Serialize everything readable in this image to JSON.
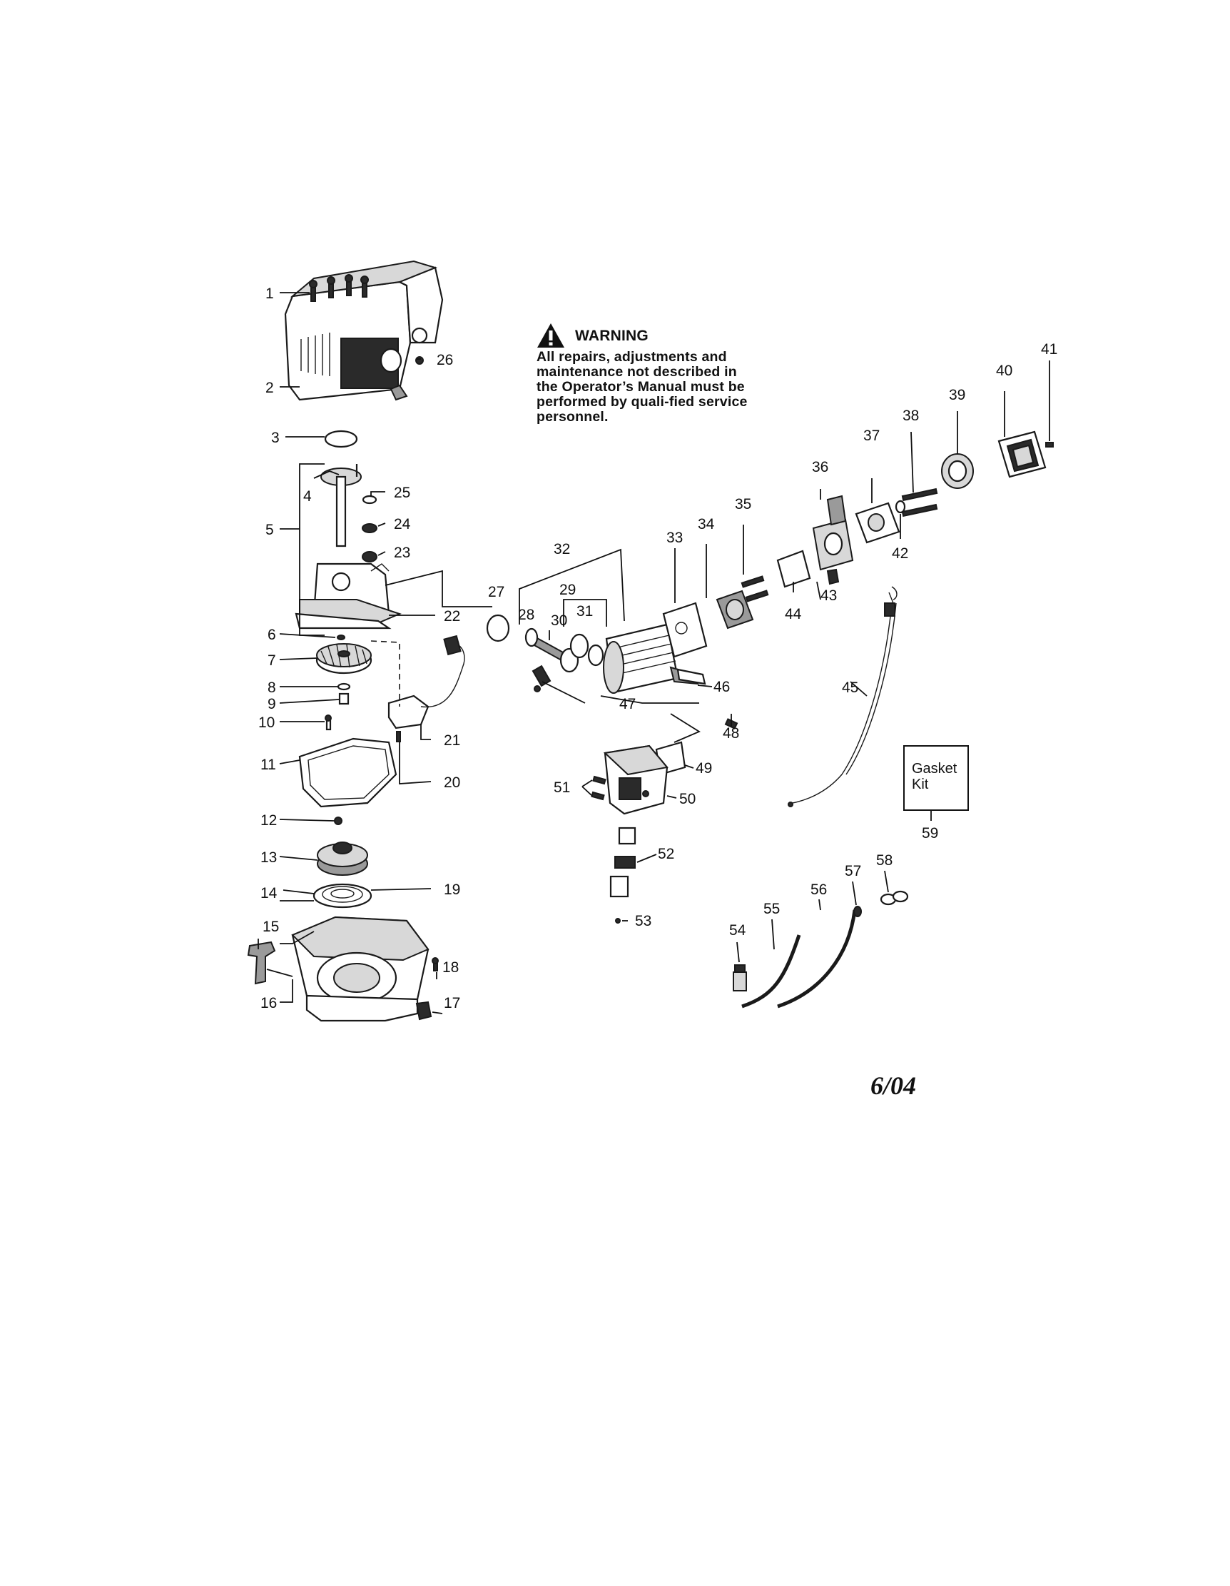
{
  "warning": {
    "title": "WARNING",
    "text": "All repairs, adjustments and maintenance not described in the Operator’s Manual must be performed by quali-fied service personnel.",
    "icon": "warning-triangle-icon"
  },
  "gasket_kit": {
    "label": "Gasket\nKit",
    "number": "59"
  },
  "revision_date": "6/04",
  "callouts": [
    "1",
    "2",
    "3",
    "4",
    "5",
    "6",
    "7",
    "8",
    "9",
    "10",
    "11",
    "12",
    "13",
    "14",
    "15",
    "16",
    "17",
    "18",
    "19",
    "20",
    "21",
    "22",
    "23",
    "24",
    "25",
    "26",
    "27",
    "28",
    "29",
    "30",
    "31",
    "32",
    "33",
    "34",
    "35",
    "36",
    "37",
    "38",
    "39",
    "40",
    "41",
    "42",
    "43",
    "44",
    "45",
    "46",
    "47",
    "48",
    "49",
    "50",
    "51",
    "52",
    "53",
    "54",
    "55",
    "56",
    "57",
    "58",
    "59"
  ]
}
